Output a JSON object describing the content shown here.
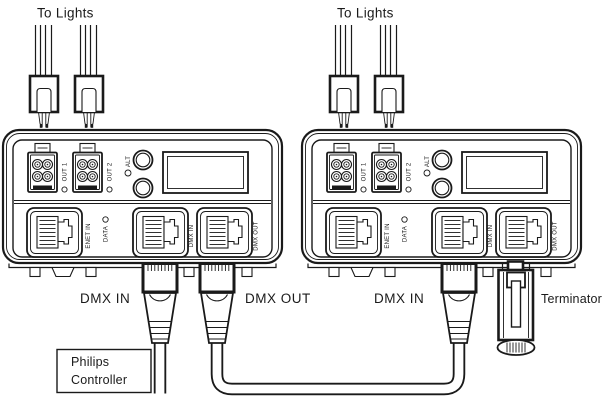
{
  "labels": {
    "to_lights_left": "To Lights",
    "to_lights_right": "To Lights",
    "dmx_in_left": "DMX IN",
    "dmx_out_left": "DMX OUT",
    "dmx_in_right": "DMX IN",
    "terminator": "Terminator"
  },
  "controller_box": {
    "line1": "Philips",
    "line2": "Controller"
  },
  "device_labels": {
    "out1": "OUT 1",
    "out2": "OUT 2",
    "alt": "ALT",
    "enet_in": "ENET IN",
    "data": "DATA",
    "dmx_in": "DMX IN",
    "dmx_out": "DMX OUT"
  },
  "colors": {
    "line": "#1a1a1a",
    "background": "#ffffff"
  }
}
